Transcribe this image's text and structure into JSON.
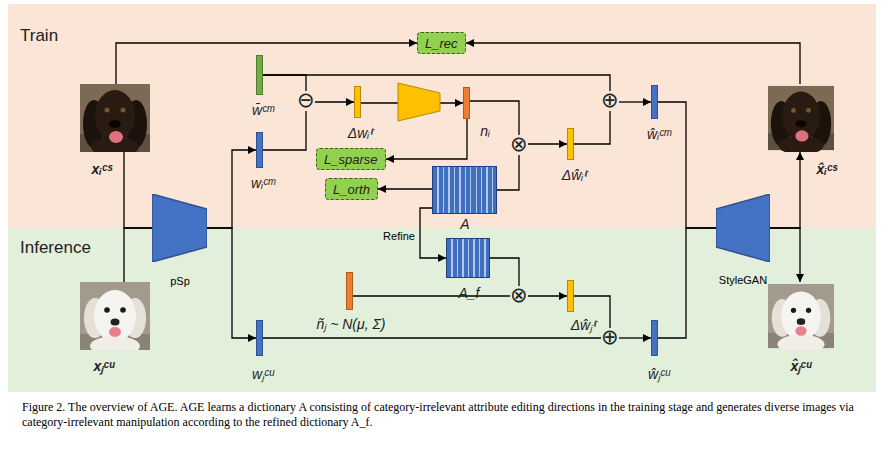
{
  "diagram": {
    "caption": "Figure 2. The overview of AGE. AGE learns a dictionary A consisting of category-irrelevant attribute editing directions in the training stage and generates diverse images via category-irrelevant manipulation according to the refined dictionary A_f.",
    "nodes": [
      {
        "text": [
          "Train"
        ]
      },
      {
        "text": [
          "L_rec"
        ],
        "in": 0
      },
      {
        "text": [
          "xᵢᶜˢ"
        ],
        "in": 0
      },
      {
        "text": [
          "w̄ᶜᵐ"
        ],
        "in": 0
      },
      {
        "text": [
          "wᵢᶜᵐ"
        ],
        "in": 0
      },
      {
        "text": [
          "⊖"
        ],
        "in": 0
      },
      {
        "text": [
          "Δwᵢⁱʳ"
        ],
        "in": 0
      },
      {
        "text": [
          "nᵢ"
        ],
        "in": 0
      },
      {
        "text": [
          "⊕"
        ],
        "in": 0
      },
      {
        "text": [
          "ŵᵢᶜᵐ"
        ],
        "in": 0
      },
      {
        "text": [
          "x̂ᵢᶜˢ"
        ],
        "in": 0
      },
      {
        "text": [
          "L_sparse"
        ],
        "in": 0
      },
      {
        "text": [
          "L_orth"
        ],
        "in": 0
      },
      {
        "text": [
          "⊗"
        ],
        "in": 0
      },
      {
        "text": [
          "Δŵᵢⁱʳ"
        ],
        "in": 0
      },
      {
        "text": [
          "A"
        ],
        "in": 0
      },
      {
        "text": [
          "pSp"
        ]
      },
      {
        "text": [
          "StyleGAN"
        ]
      },
      {
        "text": [
          "Inference"
        ]
      },
      {
        "text": [
          "xⱼᶜᵘ"
        ],
        "in": 18
      },
      {
        "text": [
          "A_f"
        ],
        "in": 18
      },
      {
        "text": [
          "ñⱼ ~ N(μ, Σ)"
        ],
        "in": 18
      },
      {
        "text": [
          "⊗"
        ],
        "in": 18
      },
      {
        "text": [
          "Δŵⱼⁱʳ"
        ],
        "in": 18
      },
      {
        "text": [
          "wⱼᶜᵘ"
        ],
        "in": 18
      },
      {
        "text": [
          "⊕"
        ],
        "in": 18
      },
      {
        "text": [
          "ŵⱼᶜᵘ"
        ],
        "in": 18
      },
      {
        "text": [
          "x̂ⱼᶜᵘ"
        ],
        "in": 18
      }
    ],
    "edges": [
      {
        "from": 2,
        "to": 1,
        "arrow": "to"
      },
      {
        "from": 10,
        "to": 1,
        "arrow": "to"
      },
      {
        "from": 2,
        "to": 16,
        "arrow": "none"
      },
      {
        "from": 19,
        "to": 16,
        "arrow": "none"
      },
      {
        "from": 16,
        "to": 4,
        "arrow": "to"
      },
      {
        "from": 16,
        "to": 24,
        "arrow": "to"
      },
      {
        "from": 3,
        "to": 5,
        "arrow": "none"
      },
      {
        "from": 3,
        "to": 8,
        "arrow": "none"
      },
      {
        "from": 4,
        "to": 5,
        "arrow": "none"
      },
      {
        "from": 5,
        "to": 6,
        "arrow": "to"
      },
      {
        "from": 6,
        "to": 7,
        "arrow": "to"
      },
      {
        "from": 7,
        "to": 13,
        "arrow": "none"
      },
      {
        "from": 7,
        "to": 11,
        "arrow": "to"
      },
      {
        "from": 15,
        "to": 13,
        "arrow": "none"
      },
      {
        "from": 15,
        "to": 12,
        "arrow": "to"
      },
      {
        "from": 13,
        "to": 14,
        "arrow": "to"
      },
      {
        "from": 14,
        "to": 8,
        "arrow": "none"
      },
      {
        "from": 8,
        "to": 9,
        "arrow": "to"
      },
      {
        "from": 9,
        "to": 17,
        "arrow": "none"
      },
      {
        "from": 26,
        "to": 17,
        "arrow": "none"
      },
      {
        "from": 17,
        "to": 10,
        "arrow": "to"
      },
      {
        "from": 17,
        "to": 27,
        "arrow": "to"
      },
      {
        "from": 15,
        "to": 20,
        "label": "Refine",
        "arrow": "to"
      },
      {
        "from": 20,
        "to": 22,
        "arrow": "none"
      },
      {
        "from": 21,
        "to": 22,
        "arrow": "none"
      },
      {
        "from": 22,
        "to": 23,
        "arrow": "to"
      },
      {
        "from": 23,
        "to": 25,
        "arrow": "none"
      },
      {
        "from": 24,
        "to": 25,
        "arrow": "none"
      },
      {
        "from": 25,
        "to": 26,
        "arrow": "to"
      }
    ]
  }
}
